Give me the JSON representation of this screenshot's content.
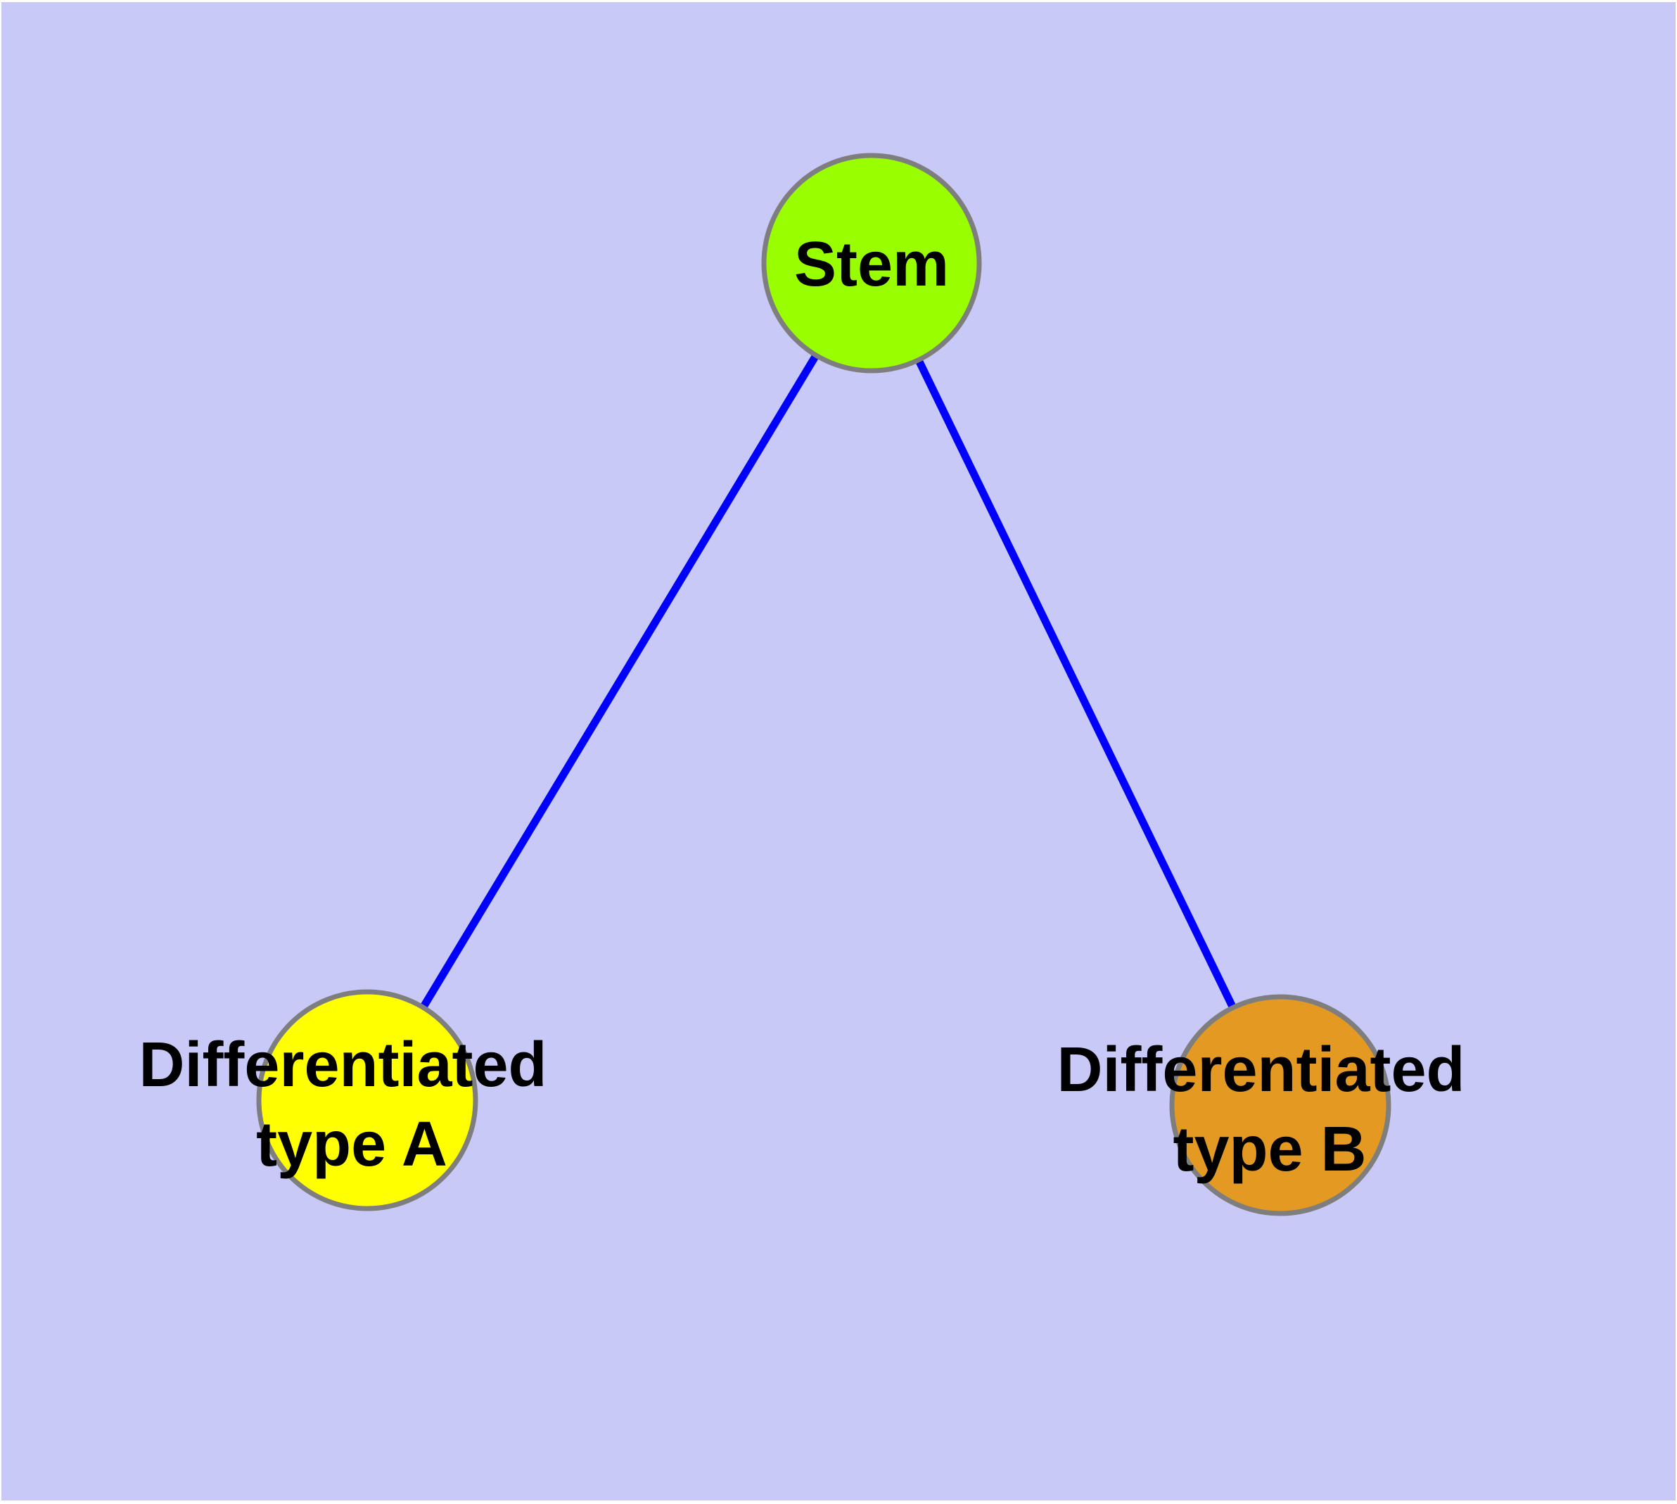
{
  "canvas": {
    "background": "#C9C9F8"
  },
  "diagram": {
    "kind": "node-link-graph",
    "nodes": [
      {
        "id": "stem",
        "label": "Stem",
        "label_lines": [
          "Stem"
        ],
        "fill": "#99FF00",
        "border": "#7E7E7E",
        "text_color": "#000000"
      },
      {
        "id": "type-a",
        "label": "Differentiated type A",
        "label_lines": [
          "Differentiated",
          "type A"
        ],
        "fill": "#FFFF00",
        "border": "#7E7E7E",
        "text_color": "#000000"
      },
      {
        "id": "type-b",
        "label": "Differentiated type B",
        "label_lines": [
          "Differentiated",
          "type B"
        ],
        "fill": "#E49A22",
        "border": "#7E7E7E",
        "text_color": "#000000"
      }
    ],
    "edges": [
      {
        "from": "stem",
        "to": "type-a",
        "color": "#0000FF"
      },
      {
        "from": "stem",
        "to": "type-b",
        "color": "#0000FF"
      }
    ]
  }
}
